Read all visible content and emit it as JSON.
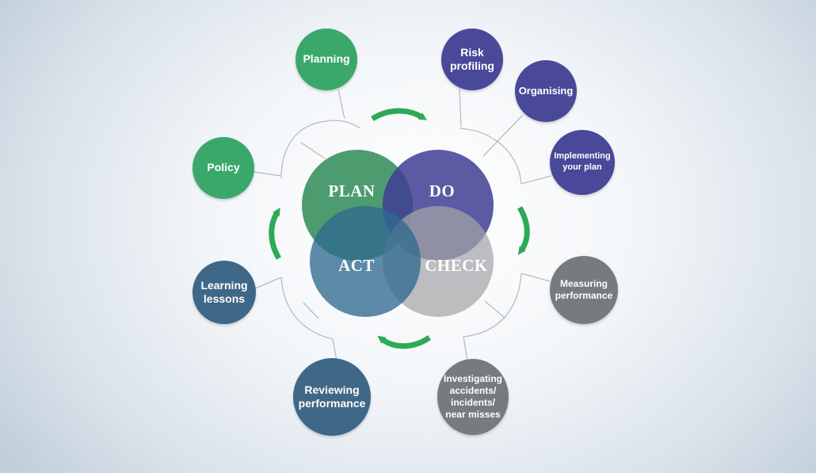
{
  "phases": {
    "plan": "PLAN",
    "do": "DO",
    "act": "ACT",
    "check": "CHECK"
  },
  "steps": {
    "planning": "Planning",
    "policy": "Policy",
    "risk_profiling": "Risk\nprofiling",
    "organising": "Organising",
    "implementing": "Implementing\nyour plan",
    "measuring": "Measuring\nperformance",
    "investigating": "Investigating\naccidents/\nincidents/\nnear misses",
    "reviewing": "Reviewing\nperformance",
    "learning": "Learning\nlessons"
  },
  "colors": {
    "plan": "#2e8b57",
    "do": "#3f3d93",
    "act": "#2f6a8f",
    "check": "#a3a5a8",
    "arrow": "#2eaa55",
    "connector": "#b8bcc0"
  }
}
